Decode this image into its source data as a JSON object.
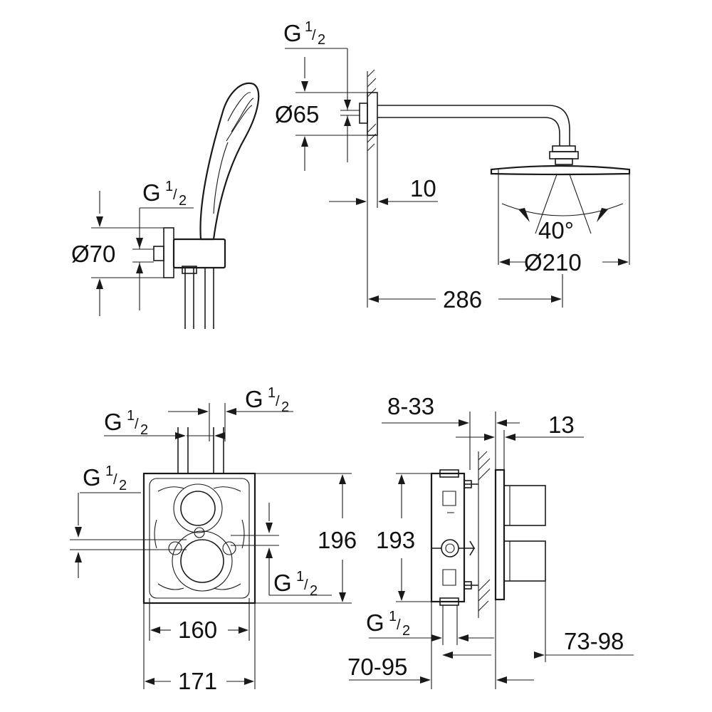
{
  "shower_head": {
    "connection_thread": {
      "main": "G",
      "num": "1",
      "den": "2"
    },
    "flange_diameter": "Ø65",
    "wall_offset": "10",
    "spray_angle": "40°",
    "head_diameter": "Ø210",
    "arm_projection": "286"
  },
  "hand_shower": {
    "connection_thread": {
      "main": "G",
      "num": "1",
      "den": "2"
    },
    "elbow_diameter": "Ø70"
  },
  "valve_front": {
    "outlet_left": {
      "main": "G",
      "num": "1",
      "den": "2"
    },
    "outlet_right": {
      "main": "G",
      "num": "1",
      "den": "2"
    },
    "inlet_left": {
      "main": "G",
      "num": "1",
      "den": "2"
    },
    "inlet_right": {
      "main": "G",
      "num": "1",
      "den": "2"
    },
    "height": "196",
    "inner_width": "160",
    "plate_width": "171"
  },
  "valve_side": {
    "adjust_range": "8-33",
    "plate_depth": "13",
    "body_height": "193",
    "connection_thread": {
      "main": "G",
      "num": "1",
      "den": "2"
    },
    "install_depth": "70-95",
    "handle_projection": "73-98"
  }
}
